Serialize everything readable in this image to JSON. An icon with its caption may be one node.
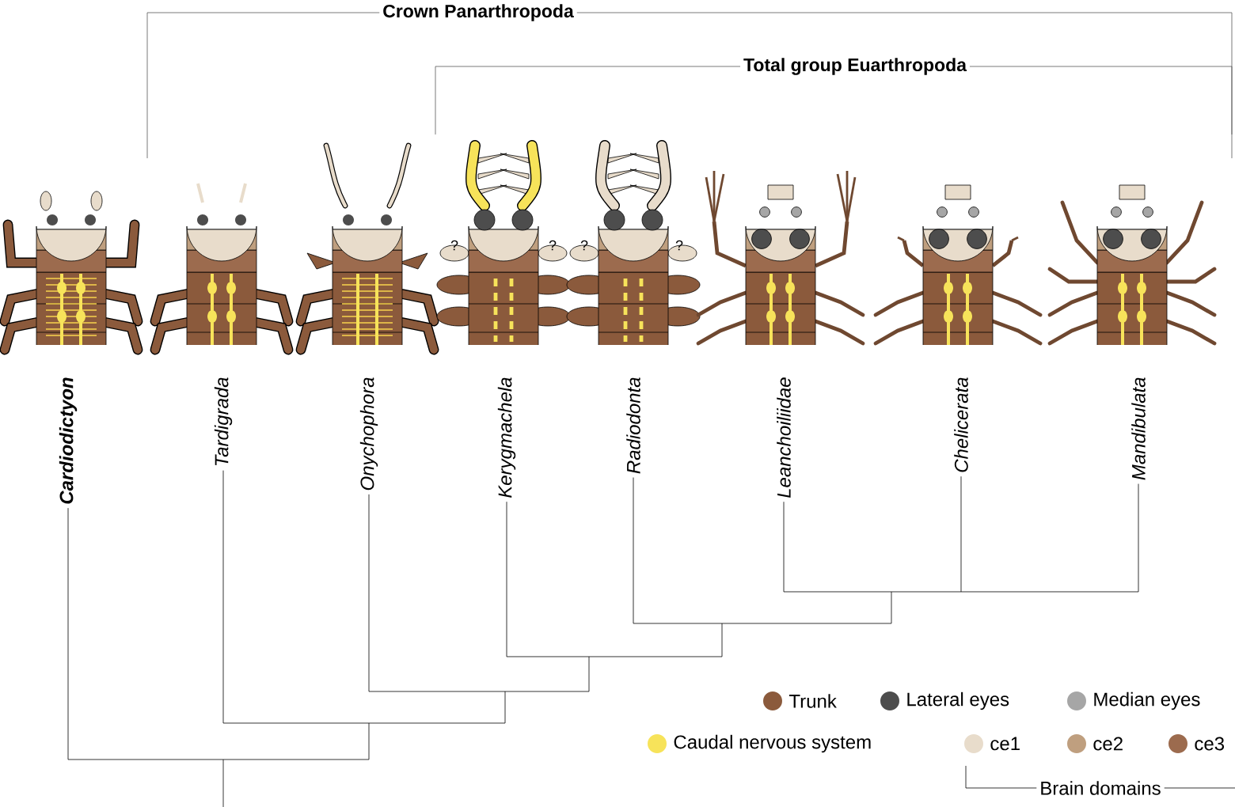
{
  "diagram": {
    "labels": [
      "Crown Panarthropoda",
      "Total group Euarthropoda",
      "?",
      "?",
      "?",
      "?",
      "Cardiodictyon",
      "Tardigrada",
      "Onychophora",
      "Kerygmachela",
      "Radiodonta",
      "Leanchoiliidae",
      "Chelicerata",
      "Mandibulata",
      "Brain domains"
    ],
    "legend": [
      {
        "text": "Trunk",
        "color": "#8b5a3c"
      },
      {
        "text": "Lateral eyes",
        "color": "#4d4d4d"
      },
      {
        "text": "Median eyes",
        "color": "#a6a6a6"
      },
      {
        "text": "Caudal nervous system",
        "color": "#f7e35a"
      },
      {
        "text": "ce1",
        "color": "#e8dccb"
      },
      {
        "text": "ce2",
        "color": "#bf9f7f"
      },
      {
        "text": "ce3",
        "color": "#9c6b4e"
      }
    ]
  }
}
